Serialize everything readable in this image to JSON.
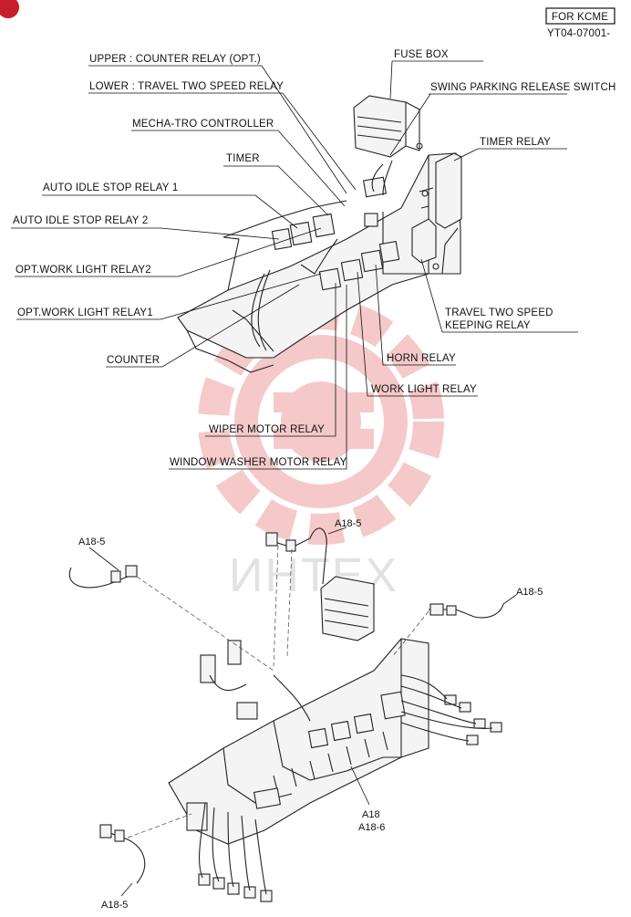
{
  "header": {
    "model_box": "FOR KCME",
    "serial": "YT04-07001-"
  },
  "watermark": {
    "text": "ИНТЕХ",
    "color": "#f5c4c4"
  },
  "labels": {
    "upper_counter_relay": "UPPER : COUNTER RELAY (OPT.)",
    "lower_travel_two_speed_relay": "LOWER : TRAVEL TWO SPEED RELAY",
    "fuse_box": "FUSE BOX",
    "swing_parking_release_switch": "SWING PARKING RELEASE SWITCH",
    "mecha_tro_controller": "MECHA-TRO CONTROLLER",
    "timer_relay": "TIMER RELAY",
    "timer": "TIMER",
    "auto_idle_stop_relay_1": "AUTO IDLE STOP RELAY 1",
    "auto_idle_stop_relay_2": "AUTO IDLE STOP RELAY 2",
    "opt_work_light_relay2": "OPT.WORK LIGHT RELAY2",
    "opt_work_light_relay1": "OPT.WORK LIGHT RELAY1",
    "travel_two_speed_keeping_relay_line1": "TRAVEL TWO SPEED",
    "travel_two_speed_keeping_relay_line2": "KEEPING RELAY",
    "counter": "COUNTER",
    "horn_relay": "HORN RELAY",
    "work_light_relay": "WORK LIGHT RELAY",
    "wiper_motor_relay": "WIPER MOTOR RELAY",
    "window_washer_motor_relay": "WINDOW WASHER MOTOR RELAY"
  },
  "part_refs": {
    "a18_5_top": "A18-5",
    "a18_5_left": "A18-5",
    "a18_5_right": "A18-5",
    "a18_5_bottom": "A18-5",
    "a18": "A18",
    "a18_6": "A18-6"
  }
}
